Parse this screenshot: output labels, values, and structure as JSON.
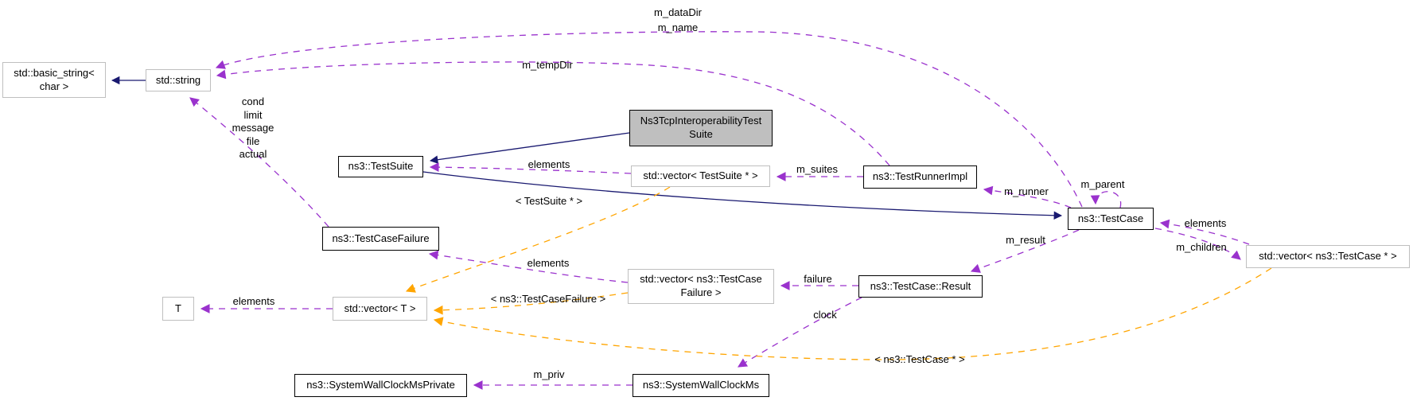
{
  "diagram": {
    "kind": "doxygen-collaboration-graph",
    "colors": {
      "inheritance_edge": "#191970",
      "usage_edge": "#9a32cd",
      "template_edge": "#ffa500",
      "node_background": "#ffffff",
      "current_node_background": "#bfbfbf",
      "documented_node_border": "#000000",
      "external_node_border": "#bfbfbf",
      "text": "#000000"
    },
    "nodes": [
      {
        "id": "std-basic-string",
        "kind": "external",
        "lines": [
          "std::basic_string<",
          "char >"
        ]
      },
      {
        "id": "std-string",
        "kind": "external",
        "lines": [
          "std::string"
        ]
      },
      {
        "id": "ns3tcp-interoperability-test-suite",
        "kind": "current",
        "lines": [
          "Ns3TcpInteroperabilityTest",
          "Suite"
        ]
      },
      {
        "id": "ns3-test-suite",
        "kind": "documented",
        "lines": [
          "ns3::TestSuite"
        ]
      },
      {
        "id": "std-vector-testsuite-ptr",
        "kind": "external",
        "lines": [
          "std::vector< TestSuite * >"
        ]
      },
      {
        "id": "ns3-test-runner-impl",
        "kind": "documented",
        "lines": [
          "ns3::TestRunnerImpl"
        ]
      },
      {
        "id": "ns3-test-case",
        "kind": "documented",
        "lines": [
          "ns3::TestCase"
        ]
      },
      {
        "id": "std-vector-ns3-testcase-ptr",
        "kind": "external",
        "lines": [
          "std::vector< ns3::TestCase * >"
        ]
      },
      {
        "id": "ns3-test-case-failure",
        "kind": "documented",
        "lines": [
          "ns3::TestCaseFailure"
        ]
      },
      {
        "id": "std-vector-ns3-testcasefailure",
        "kind": "external",
        "lines": [
          "std::vector< ns3::TestCase",
          "Failure >"
        ]
      },
      {
        "id": "ns3-test-case-result",
        "kind": "documented",
        "lines": [
          "ns3::TestCase::Result"
        ]
      },
      {
        "id": "template-param-T",
        "kind": "external",
        "lines": [
          "T"
        ]
      },
      {
        "id": "std-vector-T",
        "kind": "external",
        "lines": [
          "std::vector< T >"
        ]
      },
      {
        "id": "ns3-system-wall-clock-ms-private",
        "kind": "documented",
        "lines": [
          "ns3::SystemWallClockMsPrivate"
        ]
      },
      {
        "id": "ns3-system-wall-clock-ms",
        "kind": "documented",
        "lines": [
          "ns3::SystemWallClockMs"
        ]
      }
    ],
    "edges": [
      {
        "from": "std::string",
        "to": "std::basic_string< char >",
        "type": "inheritance",
        "labels": []
      },
      {
        "from": "Ns3TcpInteroperabilityTestSuite",
        "to": "ns3::TestSuite",
        "type": "inheritance",
        "labels": []
      },
      {
        "from": "ns3::TestSuite",
        "to": "ns3::TestCase",
        "type": "inheritance",
        "labels": []
      },
      {
        "from": "ns3::TestCase",
        "to": "std::string",
        "type": "usage",
        "labels": [
          "m_dataDir",
          "m_name"
        ]
      },
      {
        "from": "ns3::TestRunnerImpl",
        "to": "std::string",
        "type": "usage",
        "labels": [
          "m_tempDir"
        ]
      },
      {
        "from": "ns3::TestCaseFailure",
        "to": "std::string",
        "type": "usage",
        "labels": [
          "cond",
          "limit",
          "message",
          "file",
          "actual"
        ]
      },
      {
        "from": "std::vector< TestSuite * >",
        "to": "ns3::TestSuite",
        "type": "usage",
        "labels": [
          "elements"
        ]
      },
      {
        "from": "ns3::TestRunnerImpl",
        "to": "std::vector< TestSuite * >",
        "type": "usage",
        "labels": [
          "m_suites"
        ]
      },
      {
        "from": "ns3::TestCase",
        "to": "ns3::TestRunnerImpl",
        "type": "usage",
        "labels": [
          "m_runner"
        ]
      },
      {
        "from": "ns3::TestCase",
        "to": "ns3::TestCase",
        "type": "usage",
        "labels": [
          "m_parent"
        ]
      },
      {
        "from": "std::vector< ns3::TestCase * >",
        "to": "ns3::TestCase",
        "type": "usage",
        "labels": [
          "elements"
        ]
      },
      {
        "from": "ns3::TestCase",
        "to": "std::vector< ns3::TestCase * >",
        "type": "usage",
        "labels": [
          "m_children"
        ]
      },
      {
        "from": "ns3::TestCase",
        "to": "ns3::TestCase::Result",
        "type": "usage",
        "labels": [
          "m_result"
        ]
      },
      {
        "from": "ns3::TestCase::Result",
        "to": "std::vector< ns3::TestCaseFailure >",
        "type": "usage",
        "labels": [
          "failure"
        ]
      },
      {
        "from": "std::vector< ns3::TestCaseFailure >",
        "to": "ns3::TestCaseFailure",
        "type": "usage",
        "labels": [
          "elements"
        ]
      },
      {
        "from": "ns3::TestCase::Result",
        "to": "ns3::SystemWallClockMs",
        "type": "usage",
        "labels": [
          "clock"
        ]
      },
      {
        "from": "ns3::SystemWallClockMs",
        "to": "ns3::SystemWallClockMsPrivate",
        "type": "usage",
        "labels": [
          "m_priv"
        ]
      },
      {
        "from": "std::vector< T >",
        "to": "T",
        "type": "usage",
        "labels": [
          "elements"
        ]
      },
      {
        "from": "std::vector< TestSuite * >",
        "to": "std::vector< T >",
        "type": "template-instance",
        "labels": [
          "< TestSuite * >"
        ]
      },
      {
        "from": "std::vector< ns3::TestCaseFailure >",
        "to": "std::vector< T >",
        "type": "template-instance",
        "labels": [
          "< ns3::TestCaseFailure >"
        ]
      },
      {
        "from": "std::vector< ns3::TestCase * >",
        "to": "std::vector< T >",
        "type": "template-instance",
        "labels": [
          "< ns3::TestCase * >"
        ]
      }
    ]
  }
}
